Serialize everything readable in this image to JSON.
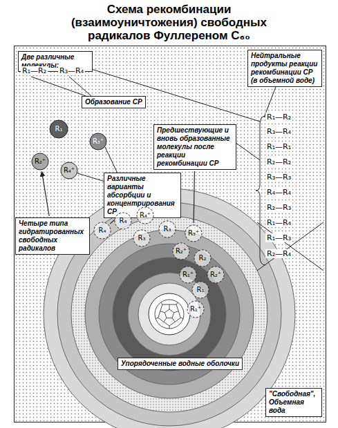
{
  "diagram": {
    "title": "Схема рекомбинации (взаимоуничтожения) свободных радикалов Фуллереном C₆₀",
    "nodes": [
      {
        "text": [
          "Две различные молекулы:"
        ]
      },
      {
        "text": [
          "Нейтральные продукты реакции рекомбинации СР (в объемной воде)"
        ]
      },
      {
        "text": [
          "Образование СР"
        ]
      },
      {
        "text": [
          "R₁"
        ]
      },
      {
        "text": [
          "R₃⁺"
        ]
      },
      {
        "text": [
          "R₂⁺"
        ]
      },
      {
        "text": [
          "R₄⁺"
        ]
      },
      {
        "text": [
          "Предшествующие и вновь образованные молекулы после реакции рекомбинации СР"
        ]
      },
      {
        "text": [
          "Различные варианты абсорбции и концентрирования СР"
        ]
      },
      {
        "text": [
          "Четыре типа гидратированных свободных радикалов"
        ]
      },
      {
        "text": [
          "R₄"
        ]
      },
      {
        "text": [
          "R₄"
        ]
      },
      {
        "text": [
          "R₄⁺"
        ]
      },
      {
        "text": [
          "R₃"
        ]
      },
      {
        "text": [
          "R₃"
        ]
      },
      {
        "text": [
          "R₃⁺"
        ]
      },
      {
        "text": [
          "R₂⁺"
        ]
      },
      {
        "text": [
          "R₂"
        ]
      },
      {
        "text": [
          "R₂⁺"
        ]
      },
      {
        "text": [
          "R₁⁺"
        ]
      },
      {
        "text": [
          "R₁"
        ]
      },
      {
        "text": [
          "R₁⁺"
        ]
      },
      {
        "text": [
          "Упорядоченные водные оболочки"
        ]
      },
      {
        "text": [
          "\"Свободная\", Объемная вода"
        ]
      }
    ],
    "edges": [
      {
        "from": 9,
        "to": 5,
        "arrow": "to"
      },
      {
        "from": 8,
        "to": 10,
        "arrow": "none"
      },
      {
        "from": 7,
        "to": 15,
        "arrow": "none"
      }
    ],
    "labels": [
      "R₁—R₂",
      "R₃—R₄",
      "R₁—R₂",
      "R₃—R₄",
      "R₁—R₁",
      "R₂—R₂",
      "R₃—R₃",
      "R₄—R₄",
      "R₂—R₃",
      "R₁—R₄",
      "R₁—R₃",
      "R₂—R₄"
    ]
  }
}
